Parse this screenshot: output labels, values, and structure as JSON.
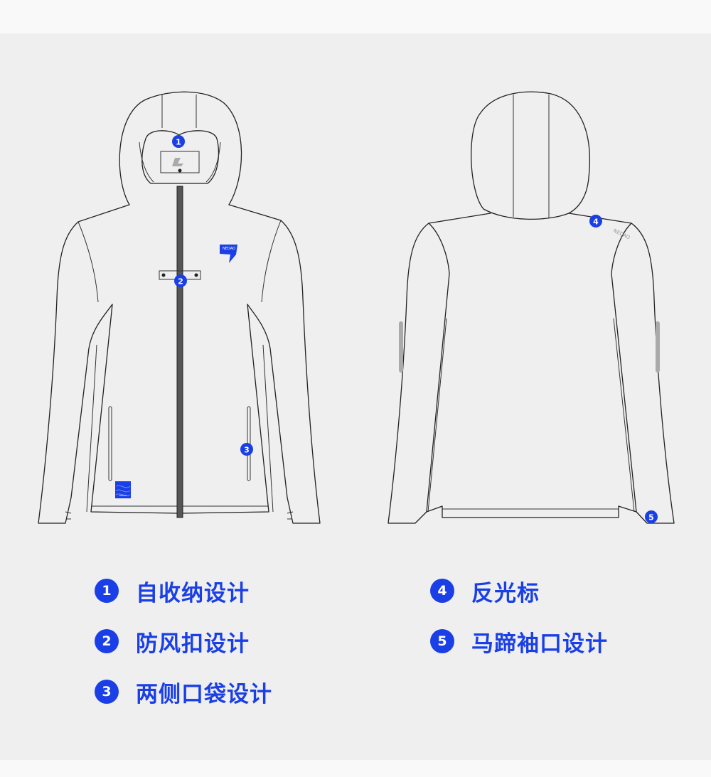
{
  "markers": {
    "m1": "1",
    "m2": "2",
    "m3": "3",
    "m4": "4",
    "m5": "5"
  },
  "logos": {
    "chest_logo_text": "NEDAO",
    "shoulder_text": "NEDAO",
    "hem_patch_text": "NEDAO"
  },
  "legend": [
    {
      "num": "1",
      "text": "自收纳设计"
    },
    {
      "num": "2",
      "text": "防风扣设计"
    },
    {
      "num": "3",
      "text": "两侧口袋设计"
    },
    {
      "num": "4",
      "text": "反光标"
    },
    {
      "num": "5",
      "text": "马蹄袖口设计"
    }
  ],
  "colors": {
    "accent": "#1a3fe6",
    "background": "#efefef",
    "outline": "#222222"
  }
}
